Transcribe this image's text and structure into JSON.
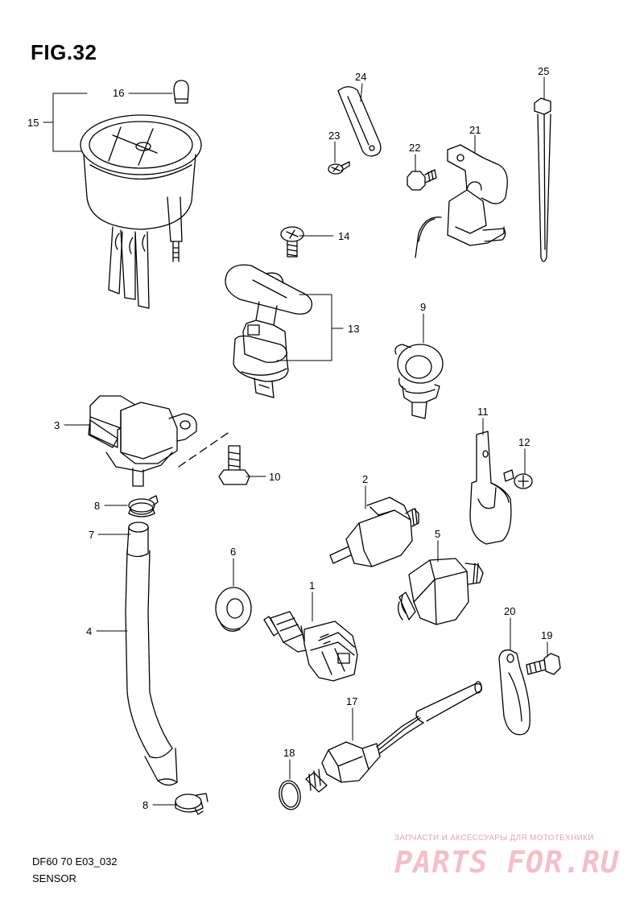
{
  "figure": {
    "title": "FIG.32"
  },
  "footer": {
    "code": "DF60 70 E03_032",
    "section": "SENSOR"
  },
  "watermark": {
    "caption": "ЗАПЧАСТИ И АКСЕССУАРЫ ДЛЯ МОТОТЕХНИКИ",
    "logo": "PARTS FOR.RU"
  },
  "callouts": {
    "c1": "1",
    "c2": "2",
    "c3": "3",
    "c4": "4",
    "c5": "5",
    "c6": "6",
    "c7": "7",
    "c8a": "8",
    "c8b": "8",
    "c9": "9",
    "c10": "10",
    "c11": "11",
    "c12": "12",
    "c13": "13",
    "c14": "14",
    "c15": "15",
    "c16": "16",
    "c17": "17",
    "c18": "18",
    "c19": "19",
    "c20": "20",
    "c21": "21",
    "c22": "22",
    "c23": "23",
    "c24": "24",
    "c25": "25"
  }
}
